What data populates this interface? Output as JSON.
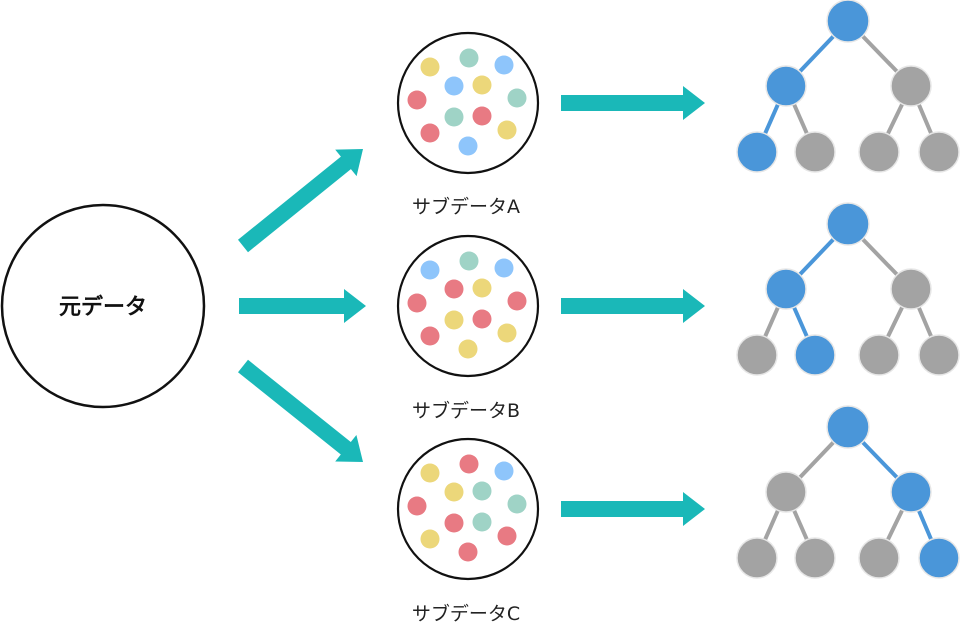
{
  "title": "Bootstrap sampling to decision trees",
  "colors": {
    "arrow": "#1ab8b8",
    "tree_active": "#4a96d9",
    "tree_inactive": "#a3a3a3",
    "edge_active": "#4a96d9",
    "edge_inactive": "#a3a3a3",
    "dot_red": "#e87a83",
    "dot_yellow": "#ecd77a",
    "dot_teal": "#9fd3c6",
    "dot_blue": "#8ec5fb",
    "outline": "#111111"
  },
  "source": {
    "label": "元データ"
  },
  "subsets": [
    {
      "label": "サブデータA",
      "dots": [
        "yellow",
        "teal",
        "blue",
        "blue",
        "yellow",
        "red",
        "teal",
        "teal",
        "red",
        "red",
        "yellow",
        "blue"
      ],
      "tree_path": [
        "root",
        "L",
        "LL"
      ]
    },
    {
      "label": "サブデータB",
      "dots": [
        "blue",
        "teal",
        "blue",
        "red",
        "yellow",
        "red",
        "red",
        "yellow",
        "red",
        "red",
        "yellow",
        "yellow"
      ],
      "tree_path": [
        "root",
        "L",
        "LR"
      ]
    },
    {
      "label": "サブデータC",
      "dots": [
        "yellow",
        "red",
        "blue",
        "yellow",
        "teal",
        "red",
        "teal",
        "red",
        "teal",
        "yellow",
        "red",
        "red"
      ],
      "tree_path": [
        "root",
        "R",
        "RR"
      ]
    }
  ]
}
